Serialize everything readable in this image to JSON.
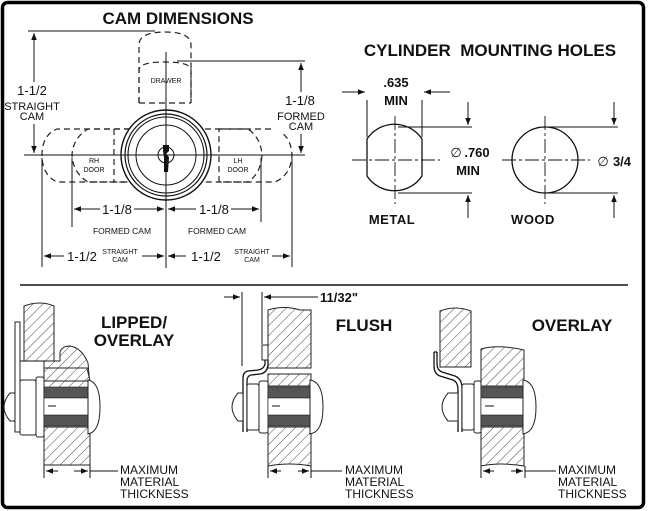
{
  "cam_dimensions": {
    "title": "CAM DIMENSIONS",
    "straight_cam_vertical": {
      "value": "1-1/2",
      "label_line1": "STRAIGHT",
      "label_line2": "CAM"
    },
    "formed_cam_vertical": {
      "value": "1-1/8",
      "label_line1": "FORMED",
      "label_line2": "CAM"
    },
    "drawer_label": "DRAWER",
    "rh_door": {
      "line1": "RH",
      "line2": "DOOR"
    },
    "lh_door": {
      "line1": "LH",
      "line2": "DOOR"
    },
    "formed_cam_left": {
      "value": "1-1/8",
      "label": "FORMED CAM"
    },
    "formed_cam_right": {
      "value": "1-1/8",
      "label": "FORMED CAM"
    },
    "straight_cam_left": {
      "value": "1-1/2",
      "label_line1": "STRAIGHT",
      "label_line2": "CAM"
    },
    "straight_cam_right": {
      "value": "1-1/2",
      "label_line1": "STRAIGHT",
      "label_line2": "CAM"
    }
  },
  "mounting_holes": {
    "title": "CYLINDER  MOUNTING HOLES",
    "metal": {
      "label": "METAL",
      "width_value": ".635",
      "width_qualifier": "MIN",
      "diameter_symbol": "∅",
      "diameter_value": ".760",
      "diameter_qualifier": "MIN"
    },
    "wood": {
      "label": "WOOD",
      "diameter_symbol": "∅",
      "diameter_value": "3/4"
    }
  },
  "installations": [
    {
      "id": "lipped-overlay",
      "title_line1": "LIPPED/",
      "title_line2": "OVERLAY",
      "caption_line1": "MAXIMUM",
      "caption_line2": "MATERIAL",
      "caption_line3": "THICKNESS"
    },
    {
      "id": "flush",
      "title_line1": "FLUSH",
      "offset_value": "11/32\"",
      "caption_line1": "MAXIMUM",
      "caption_line2": "MATERIAL",
      "caption_line3": "THICKNESS"
    },
    {
      "id": "overlay",
      "title_line1": "OVERLAY",
      "caption_line1": "MAXIMUM",
      "caption_line2": "MATERIAL",
      "caption_line3": "THICKNESS"
    }
  ],
  "colors": {
    "ink": "#111111",
    "background": "#ffffff",
    "thread": "#555555"
  }
}
